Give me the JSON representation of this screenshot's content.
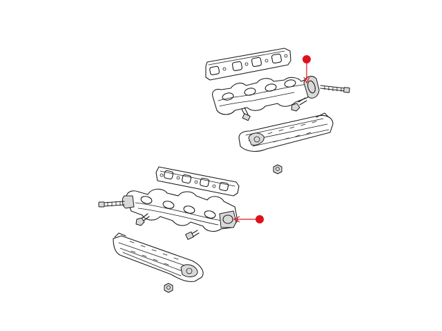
{
  "colors": {
    "background": "#ffffff",
    "line": "#1a1a1a",
    "callout": "#e0101a",
    "shading": "#d9d9d9"
  },
  "callouts": [
    {
      "name": "callout-upper-manifold",
      "target": "upper-exhaust-manifold"
    },
    {
      "name": "callout-lower-manifold",
      "target": "lower-exhaust-manifold"
    }
  ]
}
